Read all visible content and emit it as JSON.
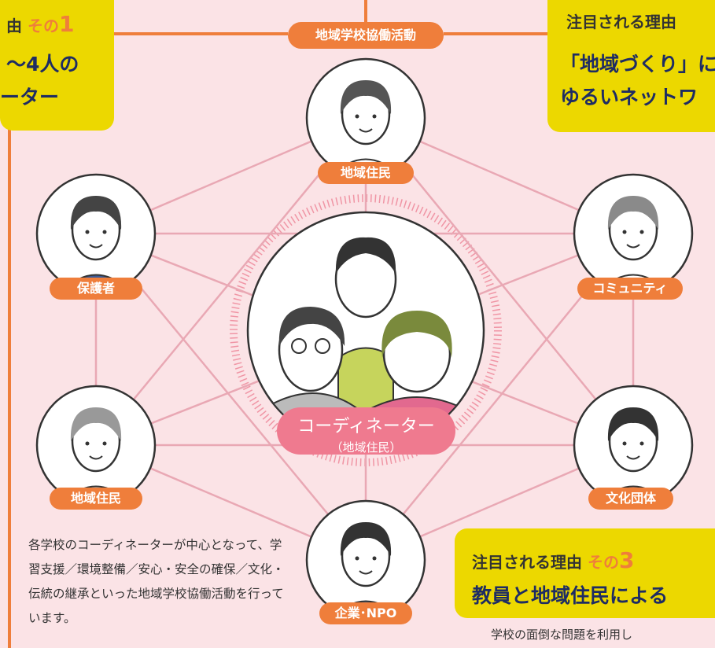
{
  "activity_label": "地域学校協働活動",
  "reason1": {
    "sub_prefix": "由",
    "sub_accent": "その",
    "sub_number": "1",
    "line1": "～4人の",
    "line2": "ーター"
  },
  "reason2": {
    "sub": "注目される理由",
    "line1": "「地域づくり」に",
    "line2": "ゆるいネットワ"
  },
  "reason3": {
    "sub": "注目される理由",
    "sub_accent": "その",
    "sub_number": "3",
    "main": "教員と地域住民による"
  },
  "roles": {
    "top": "地域住民",
    "upper_left": "保護者",
    "upper_right": "コミュニティ",
    "lower_left": "地域住民",
    "lower_right": "文化団体",
    "bottom": "企業･NPO"
  },
  "coordinator": {
    "title": "コーディネーター",
    "subtitle": "（地域住民）"
  },
  "description": "各学校のコーディネーターが中心となって、学習支援／環境整備／安心・安全の確保／文化・伝統の継承といった地域学校協働活動を行っています。",
  "bottom_text": "学校の面倒な問題を利用し",
  "colors": {
    "background": "#fbe3e6",
    "orange": "#ef7e3b",
    "yellow": "#ecd800",
    "pink_pill": "#ef7a8f",
    "navy_text": "#1e2c63",
    "network_line": "#e9a8b4"
  }
}
